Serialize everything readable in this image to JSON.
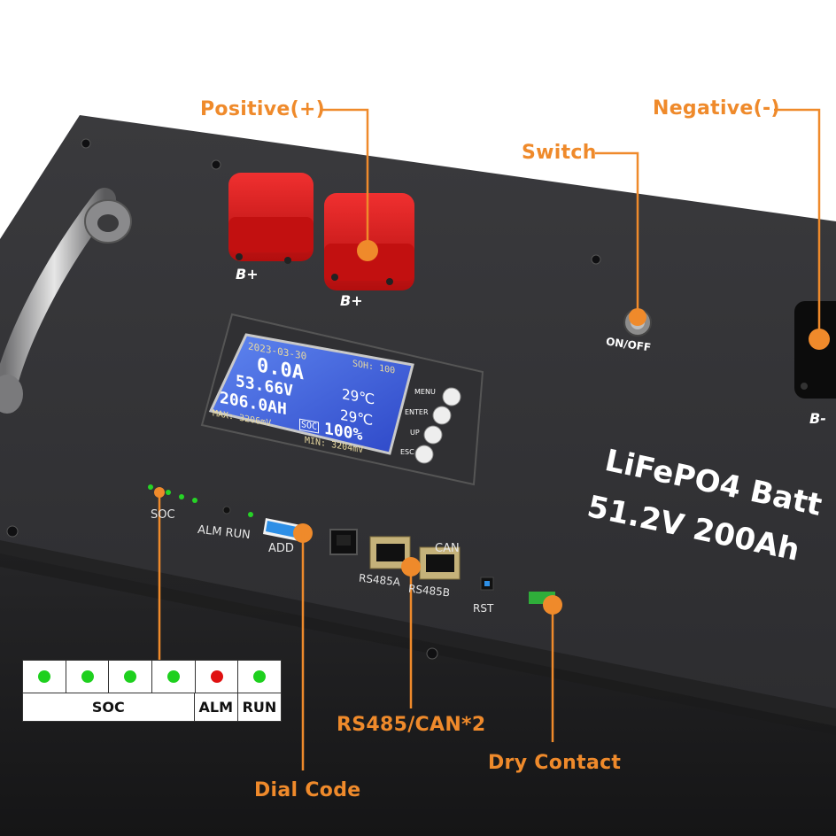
{
  "callouts": {
    "positive": "Positive(+)",
    "negative": "Negative(-)",
    "switch": "Switch",
    "rs485_can": "RS485/CAN*2",
    "dry_contact": "Dry Contact",
    "dial_code": "Dial Code"
  },
  "terminals": {
    "bplus_1": "B+",
    "bplus_2": "B+",
    "bminus": "B-"
  },
  "switch_label": "ON/OFF",
  "lcd": {
    "date": "2023-03-30",
    "soh": "SOH: 100",
    "current": "0.0A",
    "voltage": "53.66V",
    "capacity": "206.0AH",
    "temp1": "29℃",
    "temp2": "29℃",
    "soc_tag": "SOC",
    "soc_value": "100%",
    "max": "MAX: 3206mV",
    "min": "MIN: 3204mV"
  },
  "lcd_buttons": [
    "MENU",
    "ENTER",
    "UP",
    "ESC"
  ],
  "panel_labels": {
    "soc": "SOC",
    "alm_run": "ALM RUN",
    "add": "ADD",
    "can": "CAN",
    "rs485a": "RS485A",
    "rs485b": "RS485B",
    "rst": "RST"
  },
  "product": {
    "line1": "LiFePO4 Batt",
    "line2": "51.2V 200Ah"
  },
  "led_table": {
    "leds": [
      {
        "color": "#1ed01e"
      },
      {
        "color": "#1ed01e"
      },
      {
        "color": "#1ed01e"
      },
      {
        "color": "#1ed01e"
      },
      {
        "color": "#e01010"
      },
      {
        "color": "#1ed01e"
      }
    ],
    "labels": {
      "soc": "SOC",
      "alm": "ALM",
      "run": "RUN"
    }
  },
  "colors": {
    "accent": "#ef8a2b",
    "body": "#1e1e20",
    "terminal_red": "#d41616",
    "lcd_blue": "#3b5bd9"
  }
}
